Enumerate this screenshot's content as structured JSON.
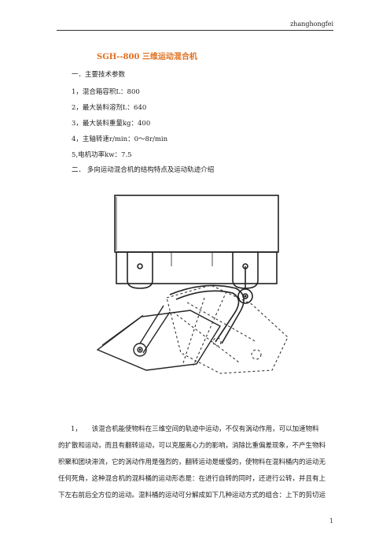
{
  "header": {
    "text": "zhanghongfei"
  },
  "title": {
    "prefix": "SGH--800",
    "name": "三维运动混合机",
    "color": "#e07020"
  },
  "section1": {
    "heading": "一．主要技术参数",
    "items": [
      "1，混合箱容积L：800",
      "2，最大装料溶剂L：640",
      "3，最大装料重量kg：400",
      "4，主轴转速r/min：0～8r/min",
      "5,电机功率kw：7.5"
    ]
  },
  "section2": {
    "heading": "二．   多向运动混合机的结构特点及运动轨迹介绍"
  },
  "body": {
    "paragraph_number": "1，",
    "lines": [
      "该混合机能使物料在三维空间的轨迹中运动，不仅有涡动作用，可以加速物料",
      "的扩散和运动，而且有翻转运动，可以克服离心力的影响，消除比重偏差现象，不产生物料",
      "积聚和团块滞流，它的涡动作用是强烈的，翻转运动是缓慢的，使物料在混料桶内的运动无",
      "任何死角，这种混合机的混料桶的运动形态是：在进行自转的同时，还进行公转，并且有上",
      "下左右前后全方位的运动。混料桶的运动可分解成如下几种运动方式的组合：上下的剪切运"
    ]
  },
  "footer": {
    "page_number": "1"
  }
}
